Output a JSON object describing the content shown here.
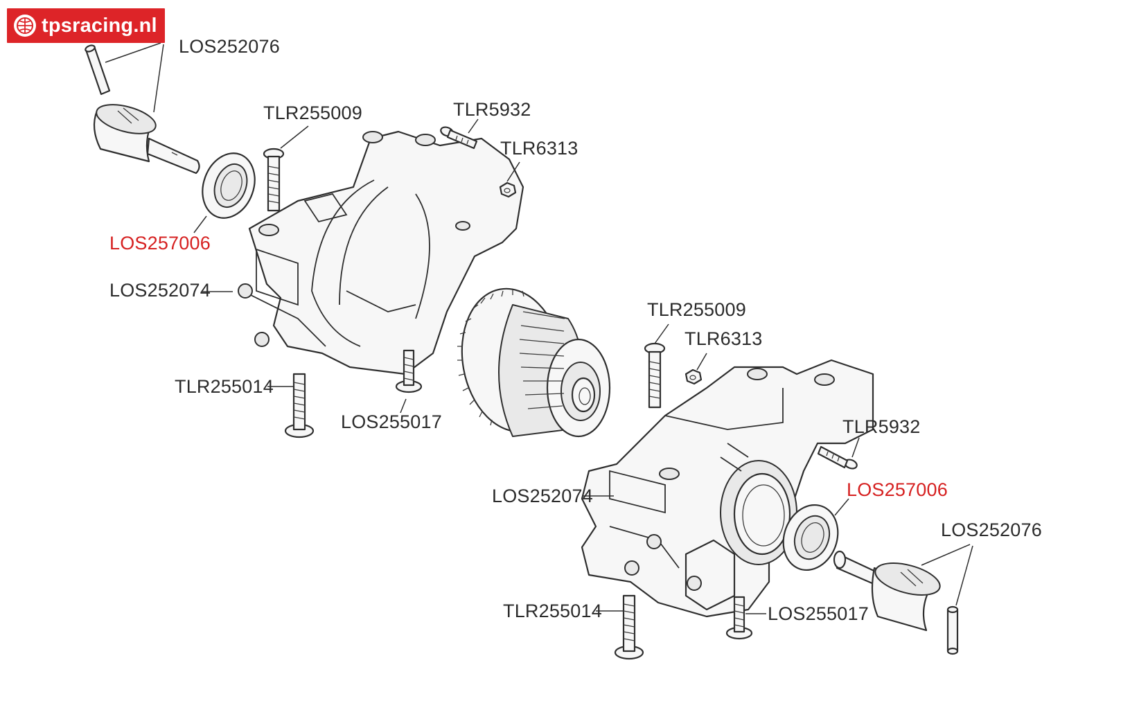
{
  "brand": {
    "name": "tpsracing.nl",
    "accent": "#dd2428"
  },
  "diagram": {
    "title": "Exploded view - gearbox housings",
    "highlight_color": "#d62020",
    "labels": [
      {
        "id": "los252076_top",
        "text": "LOS252076",
        "highlight": false
      },
      {
        "id": "tlr255009_top",
        "text": "TLR255009",
        "highlight": false
      },
      {
        "id": "tlr5932_top",
        "text": "TLR5932",
        "highlight": false
      },
      {
        "id": "tlr6313_top",
        "text": "TLR6313",
        "highlight": false
      },
      {
        "id": "los257006_top",
        "text": "LOS257006",
        "highlight": true
      },
      {
        "id": "los252074_top",
        "text": "LOS252074",
        "highlight": false
      },
      {
        "id": "tlr255014_top",
        "text": "TLR255014",
        "highlight": false
      },
      {
        "id": "los255017_top",
        "text": "LOS255017",
        "highlight": false
      },
      {
        "id": "tlr255009_bot",
        "text": "TLR255009",
        "highlight": false
      },
      {
        "id": "tlr6313_bot",
        "text": "TLR6313",
        "highlight": false
      },
      {
        "id": "tlr5932_bot",
        "text": "TLR5932",
        "highlight": false
      },
      {
        "id": "los257006_bot",
        "text": "LOS257006",
        "highlight": true
      },
      {
        "id": "los252074_bot",
        "text": "LOS252074",
        "highlight": false
      },
      {
        "id": "los252076_bot",
        "text": "LOS252076",
        "highlight": false
      },
      {
        "id": "tlr255014_bot",
        "text": "TLR255014",
        "highlight": false
      },
      {
        "id": "los255017_bot",
        "text": "LOS255017",
        "highlight": false
      }
    ]
  }
}
